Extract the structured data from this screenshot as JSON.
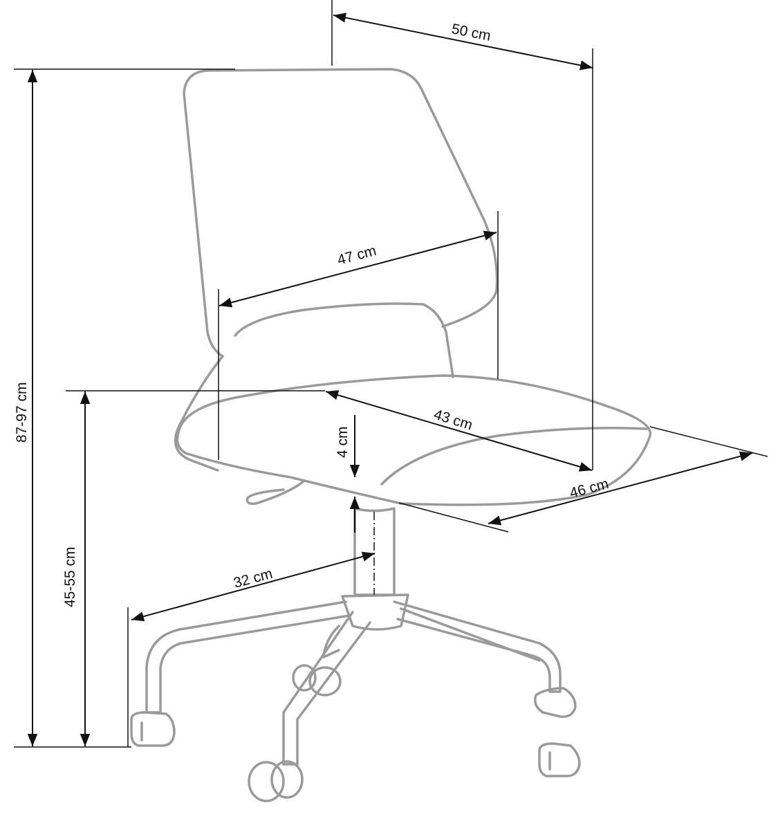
{
  "dimensions": {
    "depth_top": "50 cm",
    "backrest_width": "47 cm",
    "seat_depth": "43 cm",
    "seat_width": "46 cm",
    "seat_thickness": "4 cm",
    "base_radius": "32 cm",
    "seat_height": "45-55 cm",
    "total_height": "87-97 cm"
  }
}
